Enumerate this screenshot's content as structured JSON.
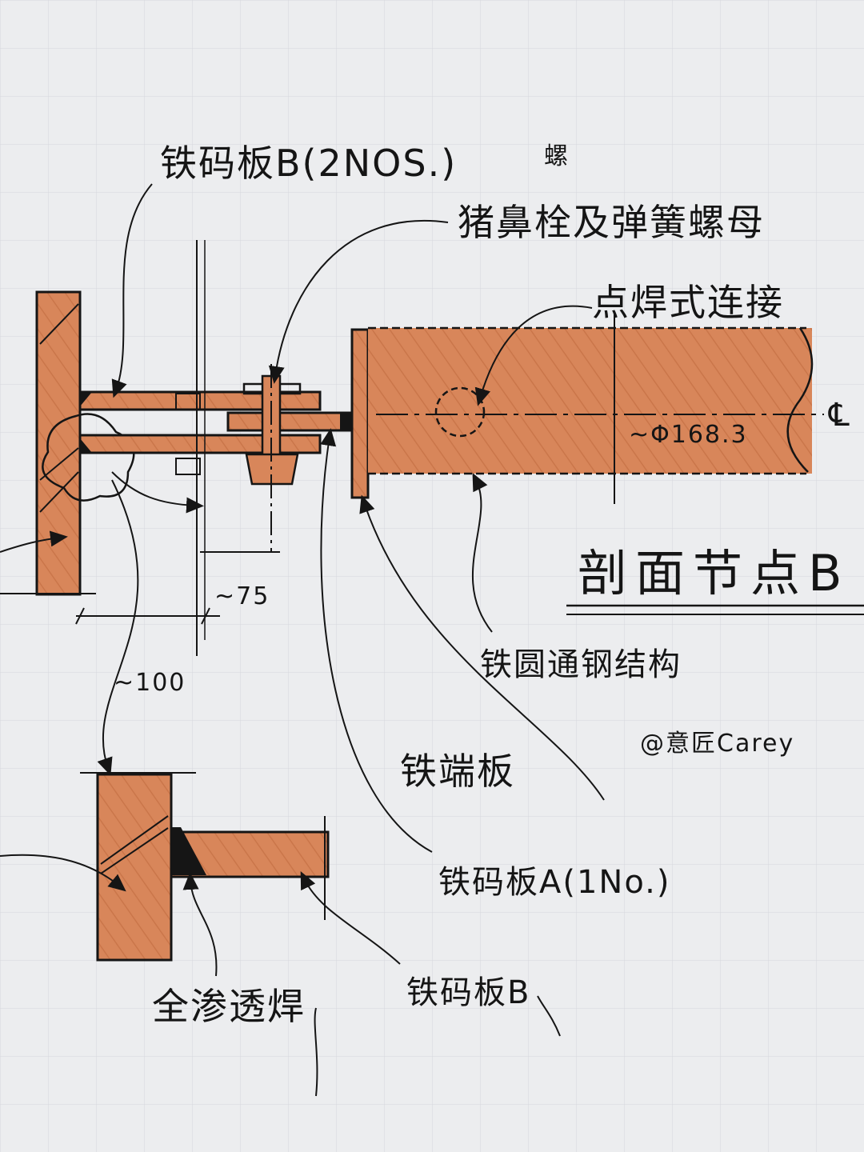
{
  "labels": {
    "plate_b_top": "铁码板B(2NOS.)",
    "nut_mark": "螺",
    "bolt_note_line1": "猪鼻栓及弹簧螺母",
    "bolt_note_line2": "点焊式连接",
    "pipe_dia": "~Φ168.3",
    "centerline_mark": "℄",
    "dim_75": "~75",
    "dim_100": "~100",
    "title": "剖面节点B",
    "steel_structure": "铁圆通钢结构",
    "signature": "@意匠Carey",
    "end_plate": "铁端板",
    "plate_a": "铁码板A(1No.)",
    "full_weld": "全渗透焊",
    "plate_b_bottom": "铁码板B"
  },
  "colors": {
    "paper": "#ecedef",
    "grid": "#d6d8dc",
    "ink": "#151515",
    "steel_fill": "#d8865a"
  }
}
